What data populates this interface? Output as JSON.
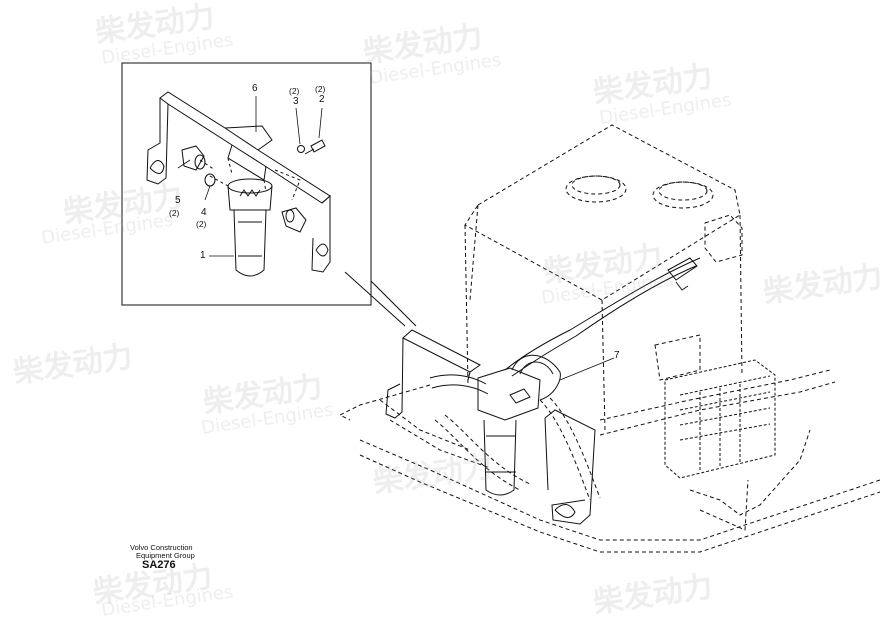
{
  "watermark": {
    "brand_cn": "柴发动力",
    "brand_en": "Diesel-Engines",
    "logo_icon": "d-logo-icon"
  },
  "callouts": {
    "c1": "1",
    "c2": "2",
    "c2_qty": "(2)",
    "c3": "3",
    "c3_qty": "(2)",
    "c4": "4",
    "c4_qty": "(2)",
    "c5": "5",
    "c5_qty": "(2)",
    "c6": "6",
    "c7": "7"
  },
  "footer": {
    "line1": "Volvo Construction",
    "line2": "Equipment Group",
    "code": "SA276"
  }
}
